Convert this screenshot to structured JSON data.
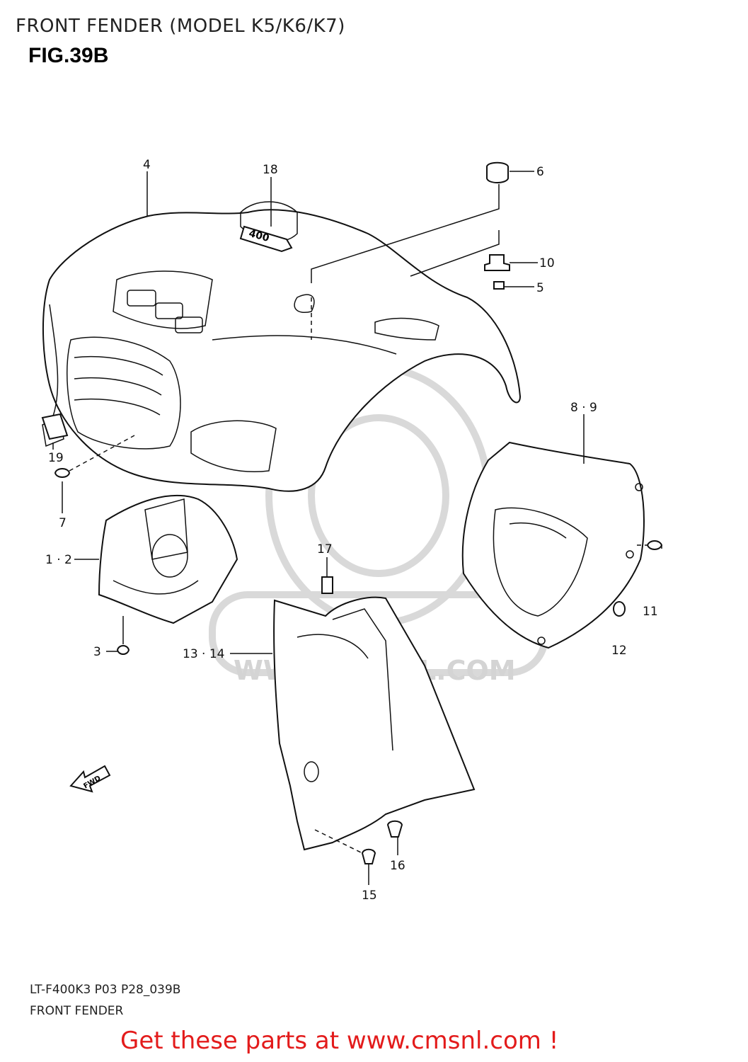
{
  "header": {
    "title": "FRONT FENDER (MODEL K5/K6/K7)",
    "figure": "FIG.39B"
  },
  "callouts": {
    "c4": "4",
    "c18": "18",
    "c6": "6",
    "c10": "10",
    "c5": "5",
    "c19": "19",
    "c7": "7",
    "c89": "8 · 9",
    "c12a": "1 · 2",
    "c3": "3",
    "c17": "17",
    "c1314": "13 · 14",
    "c11": "11",
    "c12": "12",
    "c16": "16",
    "c15": "15"
  },
  "badge": "400",
  "fwd": "FWD",
  "watermark": "WWW.CMSNL.COM",
  "footer": {
    "code": "LT-F400K3 P03 P28_039B",
    "name": "FRONT FENDER",
    "promo": "Get these parts at www.cmsnl.com !"
  }
}
